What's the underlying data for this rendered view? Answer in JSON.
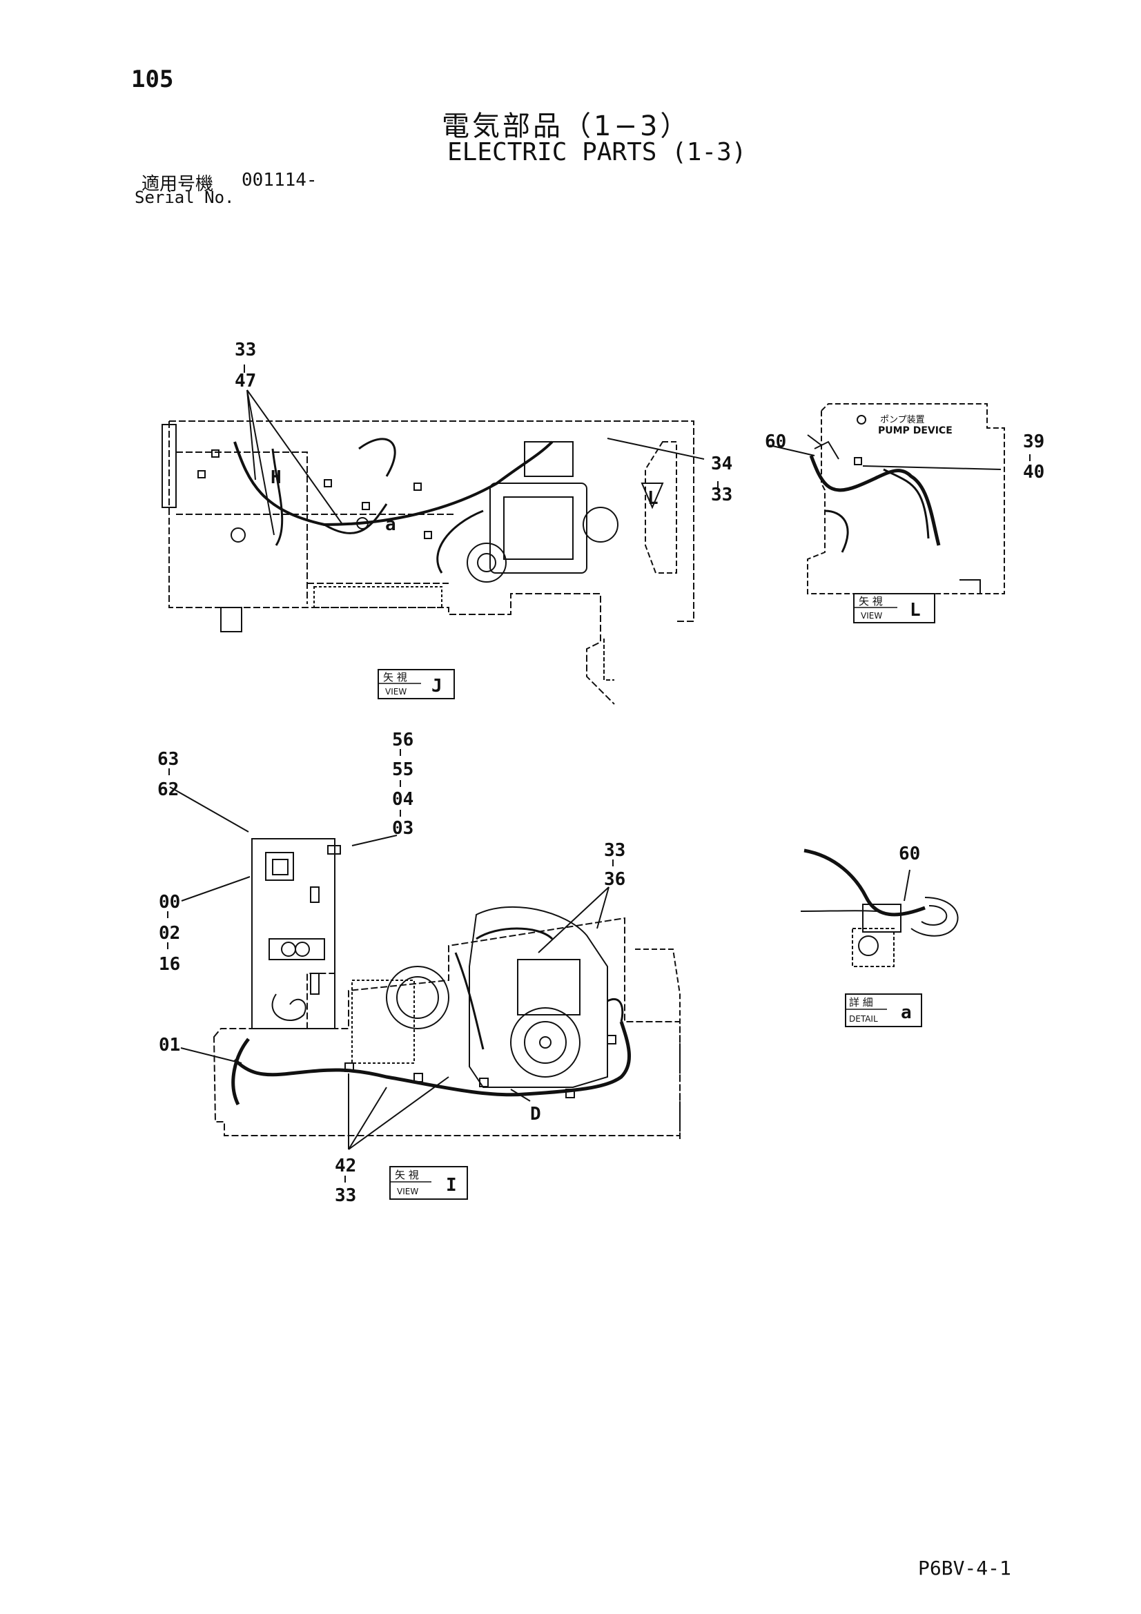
{
  "page_number": "105",
  "title_jp": "電気部品（1−3）",
  "title_en": "ELECTRIC PARTS (1-3)",
  "serial_jp": "適用号機",
  "serial_value": "001114-",
  "serial_en": "Serial No.",
  "doc_code": "P6BV-4-1",
  "pump_device_jp": "ポンプ装置",
  "pump_device_en": "PUMP DEVICE",
  "views": {
    "J": {
      "jp": "矢 視",
      "en": "VIEW",
      "letter": "J"
    },
    "L": {
      "jp": "矢 視",
      "en": "VIEW",
      "letter": "L"
    },
    "I": {
      "jp": "矢 視",
      "en": "VIEW",
      "letter": "I"
    },
    "a": {
      "jp": "詳 細",
      "en": "DETAIL",
      "letter": "a"
    }
  },
  "inline_letters": {
    "H": "H",
    "a": "a",
    "L": "L",
    "D": "D"
  },
  "callouts": {
    "c33a": "33",
    "c47": "47",
    "c34": "34",
    "c33b": "33",
    "c60a": "60",
    "c39": "39",
    "c40": "40",
    "c56": "56",
    "c55": "55",
    "c04": "04",
    "c03": "03",
    "c63": "63",
    "c62": "62",
    "c00": "00",
    "c02": "02",
    "c16": "16",
    "c01": "01",
    "c33c": "33",
    "c36": "36",
    "c42": "42",
    "c33d": "33",
    "c60b": "60"
  }
}
